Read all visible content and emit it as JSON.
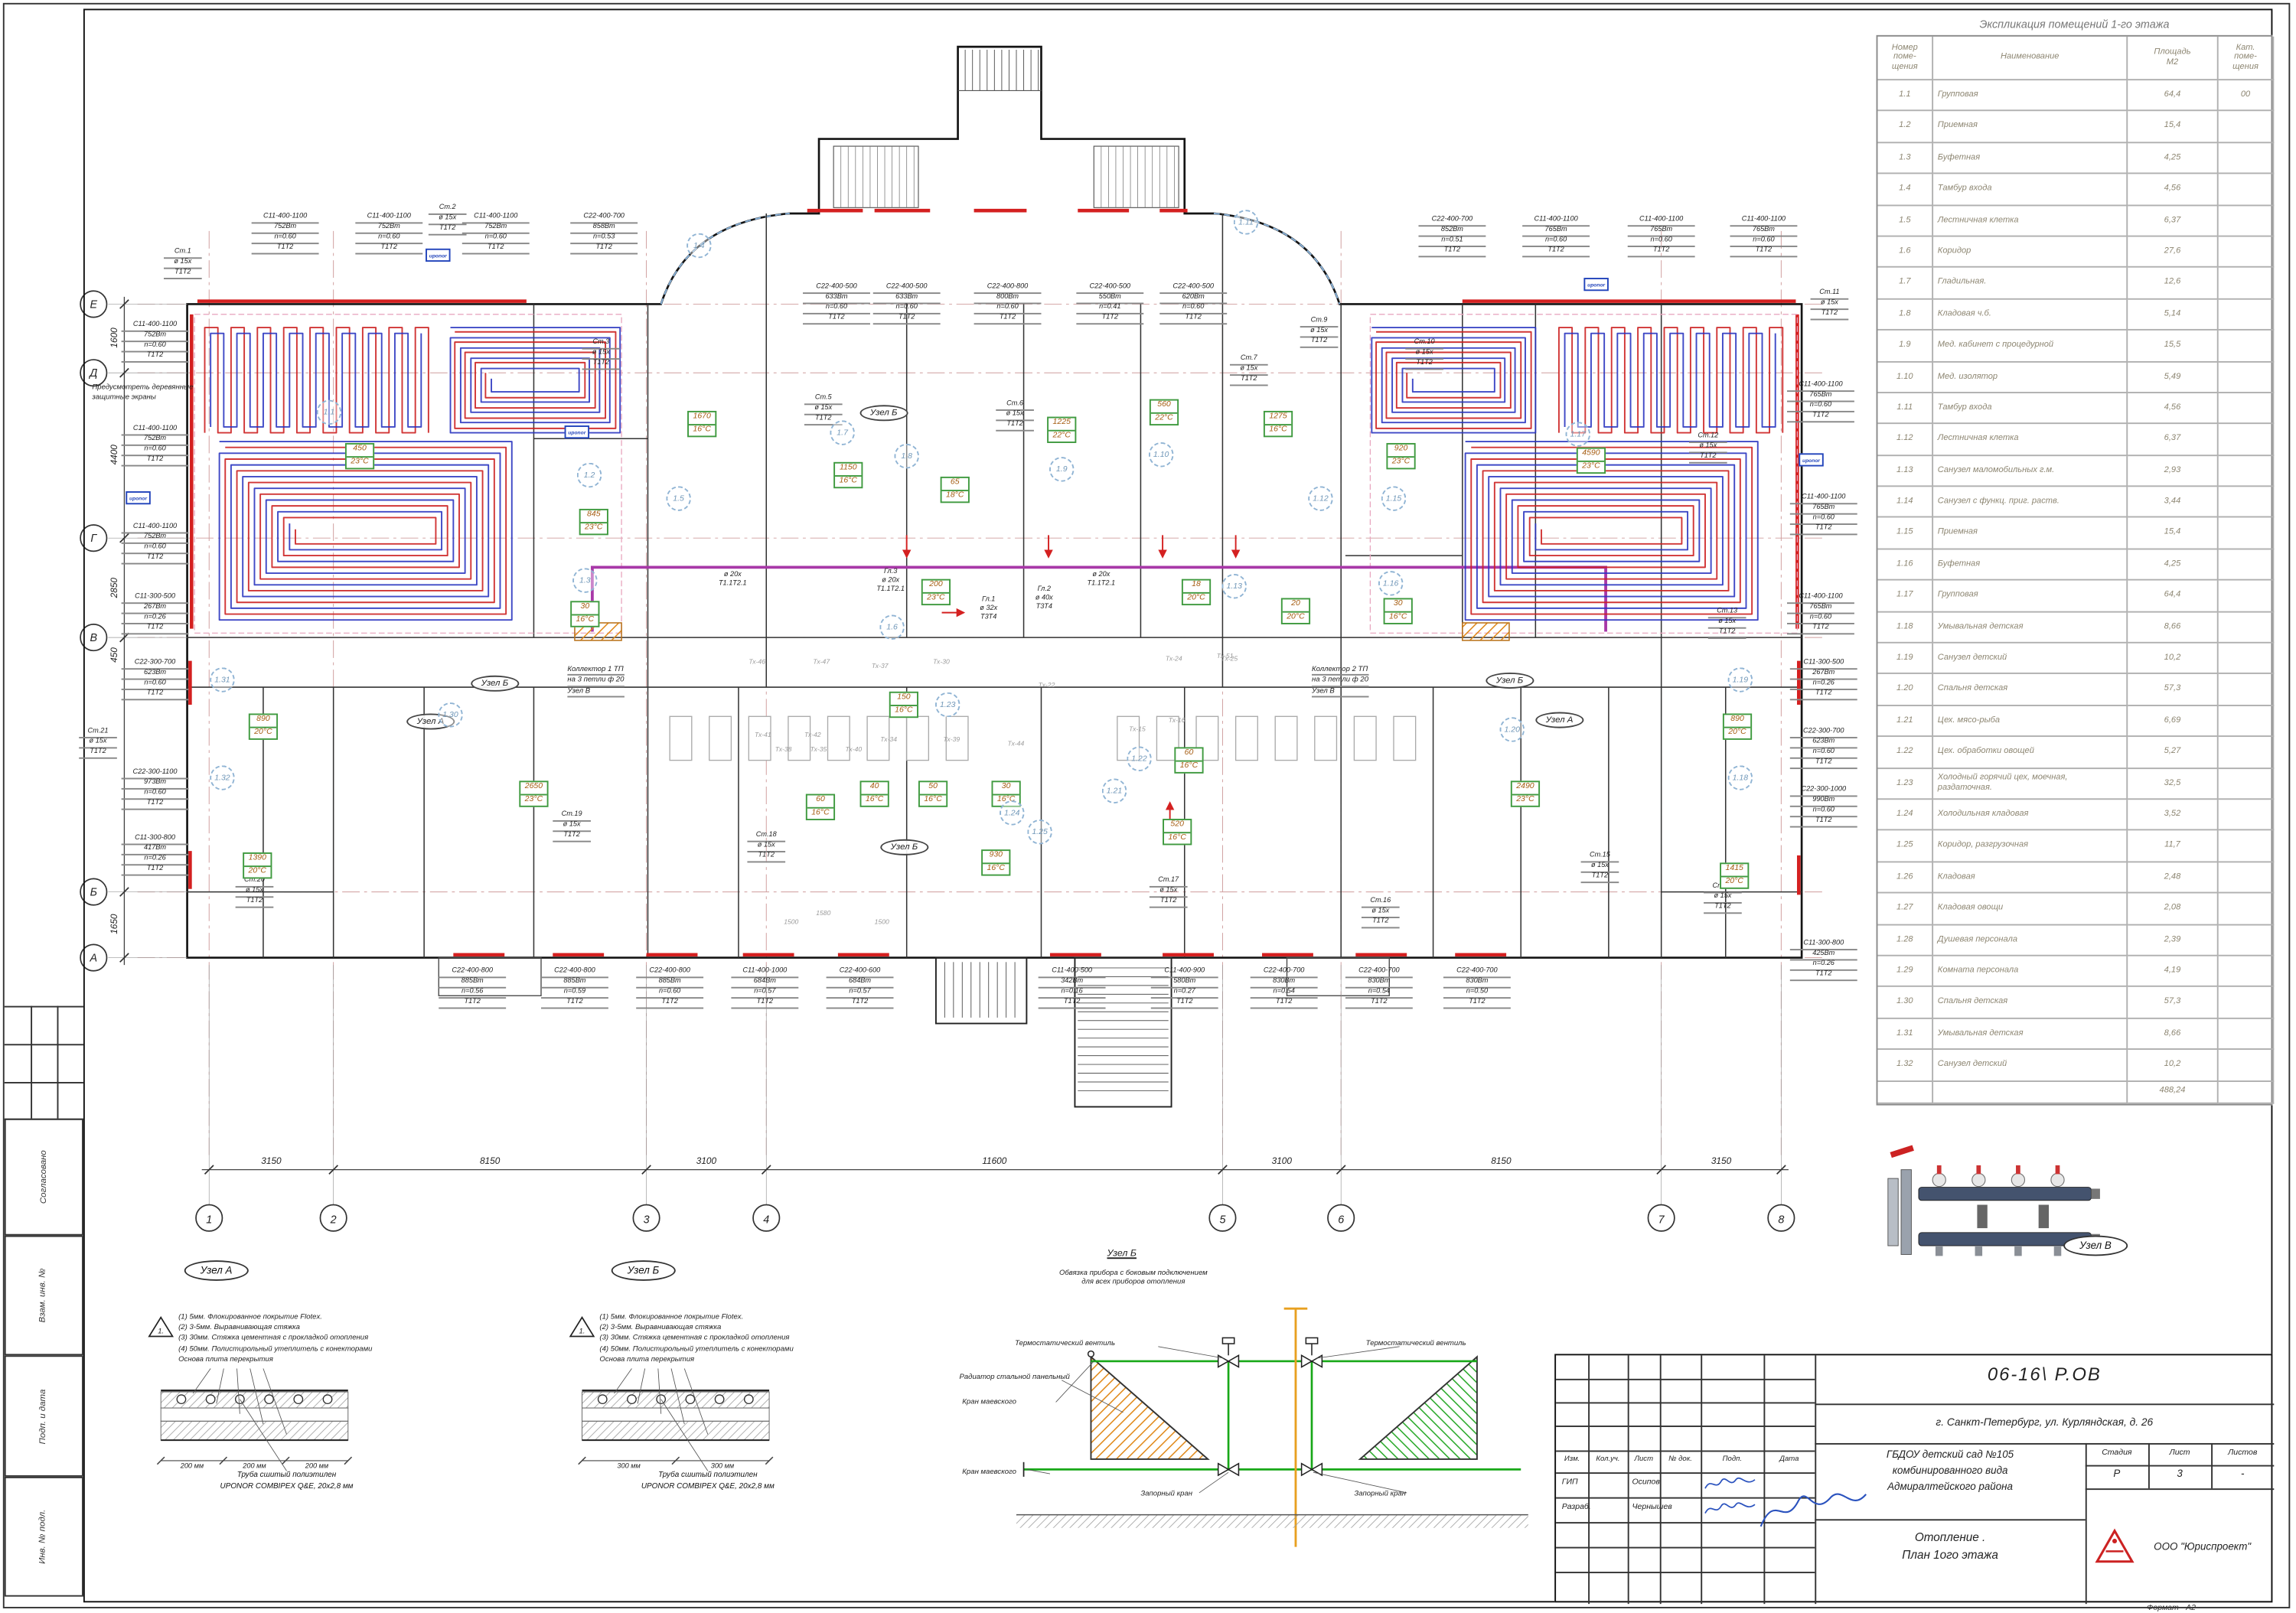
{
  "sheet": {
    "format": "Формат - А2"
  },
  "sidebar": {
    "labels": [
      "Согласовано",
      "Взам. инв. №",
      "Подп. и дата",
      "Инв. № подл."
    ]
  },
  "explication": {
    "title": "Экспликация помещений 1-го этажа",
    "col_num": "Номер\nпоме-\nщения",
    "col_name": "Наименование",
    "col_area": "Площадь\nМ2",
    "col_cat": "Кат.\nпоме-\nщения",
    "rows": [
      [
        "1.1",
        "Групповая",
        "64,4",
        "00"
      ],
      [
        "1.2",
        "Приемная",
        "15,4",
        ""
      ],
      [
        "1.3",
        "Буфетная",
        "4,25",
        ""
      ],
      [
        "1.4",
        "Тамбур входа",
        "4,56",
        ""
      ],
      [
        "1.5",
        "Лестничная клетка",
        "6,37",
        ""
      ],
      [
        "1.6",
        "Коридор",
        "27,6",
        ""
      ],
      [
        "1.7",
        "Гладильная.",
        "12,6",
        ""
      ],
      [
        "1.8",
        "Кладовая ч.б.",
        "5,14",
        ""
      ],
      [
        "1.9",
        "Мед. кабинет с процедурной",
        "15,5",
        ""
      ],
      [
        "1.10",
        "Мед. изолятор",
        "5,49",
        ""
      ],
      [
        "1.11",
        "Тамбур входа",
        "4,56",
        ""
      ],
      [
        "1.12",
        "Лестничная клетка",
        "6,37",
        ""
      ],
      [
        "1.13",
        "Санузел маломобильных г.м.",
        "2,93",
        ""
      ],
      [
        "1.14",
        "Санузел с функц. приг. раств.",
        "3,44",
        ""
      ],
      [
        "1.15",
        "Приемная",
        "15,4",
        ""
      ],
      [
        "1.16",
        "Буфетная",
        "4,25",
        ""
      ],
      [
        "1.17",
        "Групповая",
        "64,4",
        ""
      ],
      [
        "1.18",
        "Умывальная детская",
        "8,66",
        ""
      ],
      [
        "1.19",
        "Санузел детский",
        "10,2",
        ""
      ],
      [
        "1.20",
        "Спальня детская",
        "57,3",
        ""
      ],
      [
        "1.21",
        "Цех. мясо-рыба",
        "6,69",
        ""
      ],
      [
        "1.22",
        "Цех. обработки овощей",
        "5,27",
        ""
      ],
      [
        "1.23",
        "Холодный горячий цех, моечная, раздаточная.",
        "32,5",
        ""
      ],
      [
        "1.24",
        "Холодильная кладовая",
        "3,52",
        ""
      ],
      [
        "1.25",
        "Коридор, разгрузочная",
        "11,7",
        ""
      ],
      [
        "1.26",
        "Кладовая",
        "2,48",
        ""
      ],
      [
        "1.27",
        "Кладовая овощи",
        "2,08",
        ""
      ],
      [
        "1.28",
        "Душевая персонала",
        "2,39",
        ""
      ],
      [
        "1.29",
        "Комната персонала",
        "4,19",
        ""
      ],
      [
        "1.30",
        "Спальня детская",
        "57,3",
        ""
      ],
      [
        "1.31",
        "Умывальная детская",
        "8,66",
        ""
      ],
      [
        "1.32",
        "Санузел детский",
        "10,2",
        ""
      ]
    ],
    "total": "488,24"
  },
  "axes": {
    "cols": [
      "1",
      "2",
      "3",
      "4",
      "5",
      "6",
      "7",
      "8"
    ],
    "col_dims": [
      "3150",
      "8150",
      "3100",
      "11600",
      "3100",
      "8150",
      "3150"
    ],
    "rows": [
      "Е",
      "Д",
      "Г",
      "В",
      "Б",
      "А"
    ],
    "row_dims": [
      "1600",
      "4400",
      "2850",
      "450",
      "1650"
    ]
  },
  "plan": {
    "note1": "Предусмотреть деревянные",
    "note2": "защитные экраны",
    "uponor_label": "uponor",
    "uponor_positions": [
      [
        291,
        170
      ],
      [
        86,
        336
      ],
      [
        386,
        291
      ],
      [
        1083,
        190
      ],
      [
        1230,
        310
      ]
    ],
    "equipment": [
      [
        172,
        146,
        [
          "С11-400-1100",
          "752Вт",
          "n=0.60",
          "Т1Т2"
        ]
      ],
      [
        243,
        146,
        [
          "С11-400-1100",
          "752Вт",
          "n=0.60",
          "Т1Т2"
        ]
      ],
      [
        316,
        146,
        [
          "С11-400-1100",
          "752Вт",
          "n=0.60",
          "Т1Т2"
        ]
      ],
      [
        390,
        146,
        [
          "С22-400-700",
          "858Вт",
          "n=0.53",
          "Т1Т2"
        ]
      ],
      [
        549,
        194,
        [
          "С22-400-500",
          "633Вт",
          "n=0.60",
          "Т1Т2"
        ]
      ],
      [
        597,
        194,
        [
          "С22-400-500",
          "633Вт",
          "n=0.60",
          "Т1Т2"
        ]
      ],
      [
        666,
        194,
        [
          "С22-400-800",
          "800Вт",
          "n=0.60",
          "Т1Т2"
        ]
      ],
      [
        736,
        194,
        [
          "С22-400-500",
          "550Вт",
          "n=0.41",
          "Т1Т2"
        ]
      ],
      [
        793,
        194,
        [
          "С22-400-500",
          "620Вт",
          "n=0.60",
          "Т1Т2"
        ]
      ],
      [
        970,
        148,
        [
          "С22-400-700",
          "852Вт",
          "n=0.51",
          "Т1Т2"
        ]
      ],
      [
        1041,
        148,
        [
          "С11-400-1100",
          "765Вт",
          "n=0.60",
          "Т1Т2"
        ]
      ],
      [
        1113,
        148,
        [
          "С11-400-1100",
          "765Вт",
          "n=0.60",
          "Т1Т2"
        ]
      ],
      [
        1183,
        148,
        [
          "С11-400-1100",
          "765Вт",
          "n=0.60",
          "Т1Т2"
        ]
      ],
      [
        83,
        220,
        [
          "С11-400-1100",
          "752Вт",
          "n=0.60",
          "Т1Т2"
        ]
      ],
      [
        83,
        291,
        [
          "С11-400-1100",
          "752Вт",
          "n=0.60",
          "Т1Т2"
        ]
      ],
      [
        83,
        358,
        [
          "С11-400-1100",
          "752Вт",
          "n=0.60",
          "Т1Т2"
        ]
      ],
      [
        83,
        406,
        [
          "С11-300-500",
          "267Вт",
          "n=0.26",
          "Т1Т2"
        ]
      ],
      [
        83,
        451,
        [
          "С22-300-700",
          "623Вт",
          "n=0.60",
          "Т1Т2"
        ]
      ],
      [
        83,
        526,
        [
          "С22-300-1100",
          "973Вт",
          "n=0.60",
          "Т1Т2"
        ]
      ],
      [
        83,
        571,
        [
          "С11-300-800",
          "417Вт",
          "n=0.26",
          "Т1Т2"
        ]
      ],
      [
        1222,
        261,
        [
          "С11-400-1100",
          "765Вт",
          "n=0.60",
          "Т1Т2"
        ]
      ],
      [
        1224,
        338,
        [
          "С11-400-1100",
          "765Вт",
          "n=0.60",
          "Т1Т2"
        ]
      ],
      [
        1222,
        406,
        [
          "С11-400-1100",
          "765Вт",
          "n=0.60",
          "Т1Т2"
        ]
      ],
      [
        1224,
        451,
        [
          "С11-300-500",
          "267Вт",
          "n=0.26",
          "Т1Т2"
        ]
      ],
      [
        1224,
        498,
        [
          "С22-300-700",
          "623Вт",
          "n=0.60",
          "Т1Т2"
        ]
      ],
      [
        1224,
        538,
        [
          "С22-300-1000",
          "990Вт",
          "n=0.60",
          "Т1Т2"
        ]
      ],
      [
        1224,
        643,
        [
          "С11-300-800",
          "425Вт",
          "n=0.26",
          "Т1Т2"
        ]
      ],
      [
        300,
        662,
        [
          "С22-400-800",
          "885Вт",
          "n=0.56",
          "Т1Т2"
        ]
      ],
      [
        370,
        662,
        [
          "С22-400-800",
          "885Вт",
          "n=0.59",
          "Т1Т2"
        ]
      ],
      [
        435,
        662,
        [
          "С22-400-800",
          "885Вт",
          "n=0.60",
          "Т1Т2"
        ]
      ],
      [
        500,
        662,
        [
          "С11-400-1000",
          "684Вт",
          "n=0.57",
          "Т1Т2"
        ]
      ],
      [
        565,
        662,
        [
          "С22-400-600",
          "684Вт",
          "n=0.57",
          "Т1Т2"
        ]
      ],
      [
        710,
        662,
        [
          "С11-400-500",
          "342Вт",
          "n=0.16",
          "Т1Т2"
        ]
      ],
      [
        787,
        662,
        [
          "С11-400-900",
          "580Вт",
          "n=0.27",
          "Т1Т2"
        ]
      ],
      [
        855,
        662,
        [
          "С22-400-700",
          "830Вт",
          "n=0.54",
          "Т1Т2"
        ]
      ],
      [
        920,
        662,
        [
          "С22-400-700",
          "830Вт",
          "n=0.54",
          "Т1Т2"
        ]
      ],
      [
        987,
        662,
        [
          "С22-400-700",
          "830Вт",
          "n=0.50",
          "Т1Т2"
        ]
      ]
    ],
    "risers": [
      [
        112,
        170,
        [
          "Ст.1",
          "ø 15х",
          "Т1Т2"
        ]
      ],
      [
        293,
        140,
        [
          "Ст.2",
          "ø 15х",
          "Т1Т2"
        ]
      ],
      [
        398,
        232,
        [
          "Ст.3",
          "ø 15х",
          "Т1Т2"
        ]
      ],
      [
        550,
        270,
        [
          "Ст.5",
          "ø 15х",
          "Т1Т2"
        ]
      ],
      [
        681,
        274,
        [
          "Ст.6",
          "ø 15х",
          "Т1Т2"
        ]
      ],
      [
        841,
        243,
        [
          "Ст.7",
          "ø 15х",
          "Т1Т2"
        ]
      ],
      [
        889,
        217,
        [
          "Ст.9",
          "ø 15х",
          "Т1Т2"
        ]
      ],
      [
        961,
        232,
        [
          "Ст.10",
          "ø 15х",
          "Т1Т2"
        ]
      ],
      [
        1238,
        198,
        [
          "Ст.11",
          "ø 15х",
          "Т1Т2"
        ]
      ],
      [
        1155,
        296,
        [
          "Ст.12",
          "ø 15х",
          "Т1Т2"
        ]
      ],
      [
        1168,
        416,
        [
          "Ст.13",
          "ø 15х",
          "Т1Т2"
        ]
      ],
      [
        1165,
        604,
        [
          "Ст.14",
          "ø 15х",
          "Т1Т2"
        ]
      ],
      [
        1081,
        583,
        [
          "Ст.15",
          "ø 15х",
          "Т1Т2"
        ]
      ],
      [
        931,
        614,
        [
          "Ст.16",
          "ø 15х",
          "Т1Т2"
        ]
      ],
      [
        786,
        600,
        [
          "Ст.17",
          "ø 15х",
          "Т1Т2"
        ]
      ],
      [
        511,
        569,
        [
          "Ст.18",
          "ø 15х",
          "Т1Т2"
        ]
      ],
      [
        378,
        555,
        [
          "Ст.19",
          "ø 15х",
          "Т1Т2"
        ]
      ],
      [
        161,
        600,
        [
          "Ст.20",
          "ø 15х",
          "Т1Т2"
        ]
      ],
      [
        54,
        498,
        [
          "Ст.21",
          "ø 15х",
          "Т1Т2"
        ]
      ]
    ],
    "values": [
      [
        236,
        303,
        "450",
        "23°С"
      ],
      [
        470,
        281,
        "1670",
        "16°С"
      ],
      [
        396,
        348,
        "845",
        "23°С"
      ],
      [
        570,
        316,
        "1150",
        "16°С"
      ],
      [
        643,
        326,
        "65",
        "18°С"
      ],
      [
        716,
        285,
        "1225",
        "22°С"
      ],
      [
        786,
        273,
        "560",
        "22°С"
      ],
      [
        864,
        281,
        "1275",
        "16°С"
      ],
      [
        948,
        303,
        "920",
        "23°С"
      ],
      [
        1078,
        306,
        "4590",
        "23°С"
      ],
      [
        390,
        411,
        "30",
        "16°С"
      ],
      [
        630,
        396,
        "200",
        "23°С"
      ],
      [
        808,
        396,
        "18",
        "20°С"
      ],
      [
        876,
        409,
        "20",
        "20°С"
      ],
      [
        946,
        409,
        "30",
        "16°С"
      ],
      [
        170,
        488,
        "890",
        "20°С"
      ],
      [
        1178,
        488,
        "890",
        "20°С"
      ],
      [
        355,
        534,
        "2650",
        "23°С"
      ],
      [
        1033,
        534,
        "2490",
        "23°С"
      ],
      [
        608,
        473,
        "150",
        "16°С"
      ],
      [
        551,
        543,
        "60",
        "16°С"
      ],
      [
        588,
        534,
        "40",
        "16°С"
      ],
      [
        628,
        534,
        "50",
        "16°С"
      ],
      [
        678,
        534,
        "30",
        "16°С"
      ],
      [
        803,
        511,
        "60",
        "16°С"
      ],
      [
        795,
        560,
        "520",
        "16°С"
      ],
      [
        671,
        581,
        "930",
        "16°С"
      ],
      [
        166,
        583,
        "1390",
        "20°С"
      ],
      [
        1176,
        590,
        "1415",
        "20°С"
      ]
    ],
    "pipe_labels": [
      [
        484,
        391,
        [
          "ø 20х",
          "Т1.1Т2.1"
        ]
      ],
      [
        592,
        389,
        [
          "Гл.3",
          "ø 20х",
          "Т1.1Т2.1"
        ]
      ],
      [
        659,
        408,
        [
          "Гл.1",
          "ø 32х",
          "Т3Т4"
        ]
      ],
      [
        697,
        401,
        [
          "Гл.2",
          "ø 40х",
          "Т3Т4"
        ]
      ],
      [
        736,
        391,
        [
          "ø 20х",
          "Т1.1Т2.1"
        ]
      ]
    ],
    "nodes": [
      [
        322,
        462,
        "Узел Б"
      ],
      [
        278,
        488,
        "Узел А"
      ],
      [
        588,
        277,
        "Узел Б"
      ],
      [
        602,
        574,
        "Узел Б"
      ],
      [
        1016,
        460,
        "Узел Б"
      ],
      [
        1050,
        487,
        "Узел А"
      ]
    ],
    "collectors": [
      [
        388,
        455,
        [
          "Коллектор  1 ТП",
          "на  3  петли ф 20",
          "Узел В"
        ]
      ],
      [
        897,
        455,
        [
          "Коллектор  2  ТП",
          "на  3  петли ф 20",
          "Узел В"
        ]
      ]
    ],
    "bubbles": [
      [
        478,
        168,
        "1.4"
      ],
      [
        852,
        152,
        "1.11"
      ],
      [
        225,
        282,
        "1.1"
      ],
      [
        403,
        325,
        "1.2"
      ],
      [
        464,
        341,
        "1.5"
      ],
      [
        400,
        397,
        "1.3"
      ],
      [
        576,
        296,
        "1.7"
      ],
      [
        620,
        312,
        "1.8"
      ],
      [
        726,
        321,
        "1.9"
      ],
      [
        794,
        311,
        "1.10"
      ],
      [
        903,
        341,
        "1.12"
      ],
      [
        844,
        401,
        "1.13"
      ],
      [
        953,
        341,
        "1.15"
      ],
      [
        951,
        399,
        "1.16"
      ],
      [
        1079,
        297,
        "1.17"
      ],
      [
        610,
        429,
        "1.6"
      ],
      [
        308,
        489,
        "1.30"
      ],
      [
        648,
        482,
        "1.23"
      ],
      [
        1034,
        499,
        "1.20"
      ],
      [
        152,
        465,
        "1.31"
      ],
      [
        152,
        532,
        "1.32"
      ],
      [
        1190,
        465,
        "1.19"
      ],
      [
        1190,
        532,
        "1.18"
      ],
      [
        711,
        569,
        "1.25"
      ],
      [
        779,
        519,
        "1.22"
      ],
      [
        762,
        541,
        "1.21"
      ],
      [
        692,
        556,
        "1.24"
      ]
    ],
    "tags": [
      [
        512,
        450,
        "Тх-46"
      ],
      [
        556,
        450,
        "Тх-47"
      ],
      [
        596,
        453,
        "Тх-37"
      ],
      [
        638,
        450,
        "Тх-30"
      ],
      [
        797,
        448,
        "Тх-24"
      ],
      [
        835,
        448,
        "Тх-25"
      ],
      [
        710,
        466,
        "Тх-22"
      ],
      [
        516,
        500,
        "Тх-41"
      ],
      [
        550,
        500,
        "Тх-42"
      ],
      [
        602,
        503,
        "Тх-34"
      ],
      [
        645,
        503,
        "Тх-39"
      ],
      [
        689,
        506,
        "Тх-44"
      ],
      [
        772,
        496,
        "Тх-15"
      ],
      [
        799,
        490,
        "Тх-16"
      ],
      [
        832,
        446,
        "Тх-51"
      ],
      [
        554,
        510,
        "Тх-35"
      ],
      [
        578,
        510,
        "Тх-40"
      ],
      [
        530,
        510,
        "Тх-38"
      ],
      [
        536,
        628,
        "1500"
      ],
      [
        598,
        628,
        "1500"
      ],
      [
        558,
        622,
        "1580"
      ]
    ]
  },
  "details": {
    "uzel_a": {
      "title": "Узел А",
      "marker": "1.",
      "notes": [
        "(1) 5мм. Флокированное покрытие Flotex.",
        "(2) 3-5мм. Выравнивающая стяжка",
        "(3) 30мм. Стяжка цементная с прокладкой отопления",
        "(4) 50мм. Полистирольный утеплитель с конекторами",
        "Основа плита перекрытия"
      ],
      "dims": [
        "200 мм",
        "200 мм",
        "200 мм"
      ],
      "pipe1": "Труба сшитый полиэтилен",
      "pipe2": "UPONOR COMBIPEX Q&E, 20x2,8 мм"
    },
    "uzel_b": {
      "title": "Узел Б",
      "marker": "1.",
      "notes": [
        "(1) 5мм. Флокированное покрытие Flotex.",
        "(2) 3-5мм. Выравнивающая стяжка",
        "(3) 30мм. Стяжка цементная с прокладкой отопления",
        "(4) 50мм. Полистирольный утеплитель с конекторами",
        "Основа плита перекрытия"
      ],
      "dims": [
        "300 мм",
        "300 мм"
      ],
      "pipe1": "Труба сшитый полиэтилен",
      "pipe2": "UPONOR COMBIPEX Q&E, 20x2,8 мм"
    },
    "scheme": {
      "title": "Узел Б",
      "sub1": "Обвязка прибора с боковым подключением",
      "sub2": "для всех приборов отопления",
      "thermo": "Термостатический вентиль",
      "radiator": "Радиатор стальной панельный",
      "mayevsky": "Кран маевского",
      "valve": "Запорный кран"
    },
    "uzel_v": {
      "title": "Узел В"
    }
  },
  "title_block": {
    "doc": "06-16\\ Р.ОВ",
    "address": "г. Санкт-Петербург, ул. Курляндская, д. 26",
    "object1": "ГБДОУ детский сад  №105",
    "object2": "комбинированного вида",
    "object3": "Адмиралтейского района",
    "drawing1": "Отопление .",
    "drawing2": "План 1ого этажа",
    "cols": [
      "Изм.",
      "Кол.уч.",
      "Лист",
      "№ док.",
      "Подп.",
      "Дата"
    ],
    "row1_role": "ГИП",
    "row1_name": "Осипов",
    "row2_role": "Разраб.",
    "row2_name": "Чернышев",
    "stage_h": "Стадия",
    "sheet_h": "Лист",
    "sheets_h": "Листов",
    "stage": "Р",
    "sheet": "3",
    "sheets": "-",
    "company": "ООО  \"Юриспроект\""
  }
}
